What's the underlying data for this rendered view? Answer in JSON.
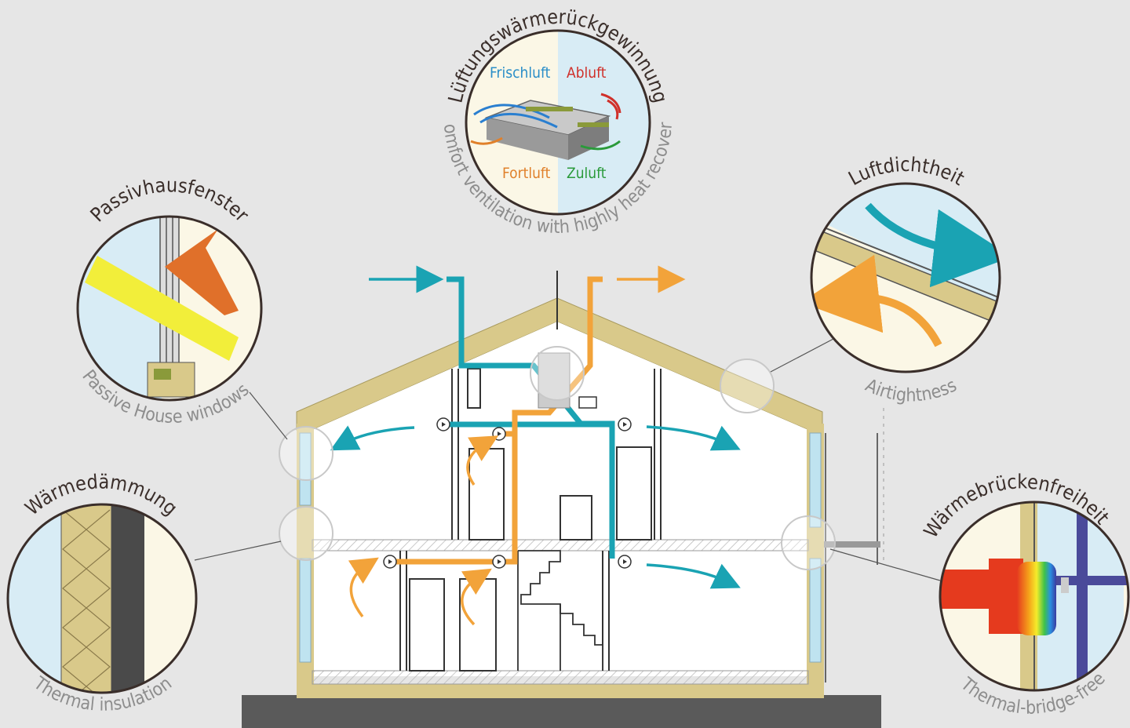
{
  "colors": {
    "background": "#e6e6e6",
    "insulation": "#d9c98a",
    "fresh_air": "#1aa3b3",
    "exhaust_air": "#f2a33a",
    "window_red": "#e0502a",
    "window_yellow": "#f2ee3a",
    "ground": "#5a5a5a"
  },
  "features": {
    "heat_recovery": {
      "title": "Lüftungswärmerückgewinnung",
      "subtitle": "Comfort ventilation with highly heat recovery",
      "labels": {
        "fresh": "Frischluft",
        "extract": "Abluft",
        "exhaust": "Fortluft",
        "supply": "Zuluft"
      }
    },
    "windows": {
      "title": "Passivhausfenster",
      "subtitle": "Passive House windows"
    },
    "airtightness": {
      "title": "Luftdichtheit",
      "subtitle": "Airtightness"
    },
    "insulation": {
      "title": "Wärmedämmung",
      "subtitle": "Thermal insulation"
    },
    "thermal_bridge": {
      "title": "Wärmebrückenfreiheit",
      "subtitle": "Thermal-bridge-free"
    }
  }
}
